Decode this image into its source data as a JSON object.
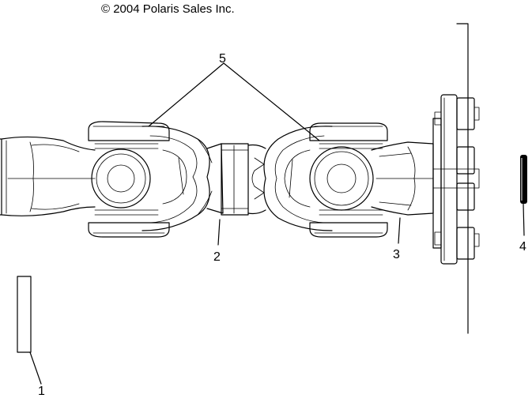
{
  "copyright": "© 2004 Polaris Sales Inc.",
  "callouts": {
    "part_1": "1",
    "part_2": "2",
    "part_3": "3",
    "part_4": "4",
    "part_5": "5"
  }
}
